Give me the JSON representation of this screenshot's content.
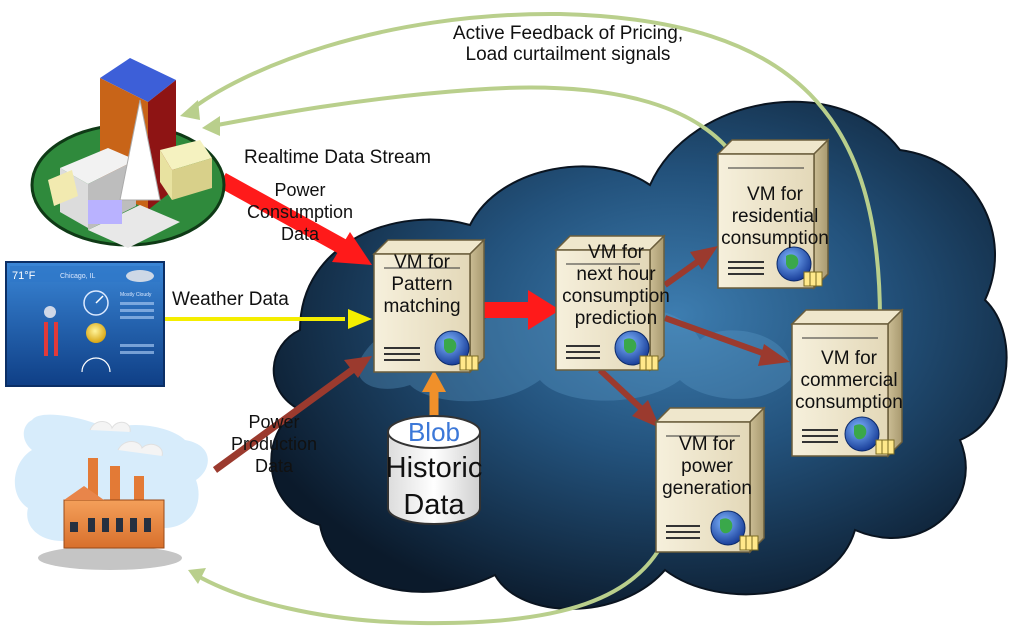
{
  "labels": {
    "feedback_line1": "Active Feedback of Pricing,",
    "feedback_line2": "Load curtailment signals",
    "realtime": "Realtime Data Stream",
    "consumption_line1": "Power",
    "consumption_line2": "Consumption",
    "consumption_line3": "Data",
    "weather": "Weather Data",
    "production_line1": "Power",
    "production_line2": "Production",
    "production_line3": "Data"
  },
  "servers": {
    "pattern": [
      "VM for",
      "Pattern",
      "matching"
    ],
    "nexthour": [
      "VM for",
      "next hour",
      "consumption",
      "prediction"
    ],
    "residential": [
      "VM for",
      "residential",
      "consumption"
    ],
    "commercial": [
      "VM for",
      "commercial",
      "consumption"
    ],
    "generation": [
      "VM for",
      "power",
      "generation"
    ]
  },
  "blob": {
    "title": "Blob",
    "line1": "Historic",
    "line2": "Data"
  },
  "weather_widget": {
    "temp": "71°F",
    "city": "Chicago, IL",
    "condition": "Mostly Cloudy"
  },
  "colors": {
    "cloud_dark": "#0f2236",
    "cloud_mid": "#2a5f8d",
    "red_arrow": "#ff1a1a",
    "dark_red_arrow": "#9b3a2e",
    "yellow_arrow": "#f5ee00",
    "orange_arrow": "#f0902a",
    "feedback_arrow": "#b9cf8c",
    "blob_text": "#3c78d8"
  }
}
